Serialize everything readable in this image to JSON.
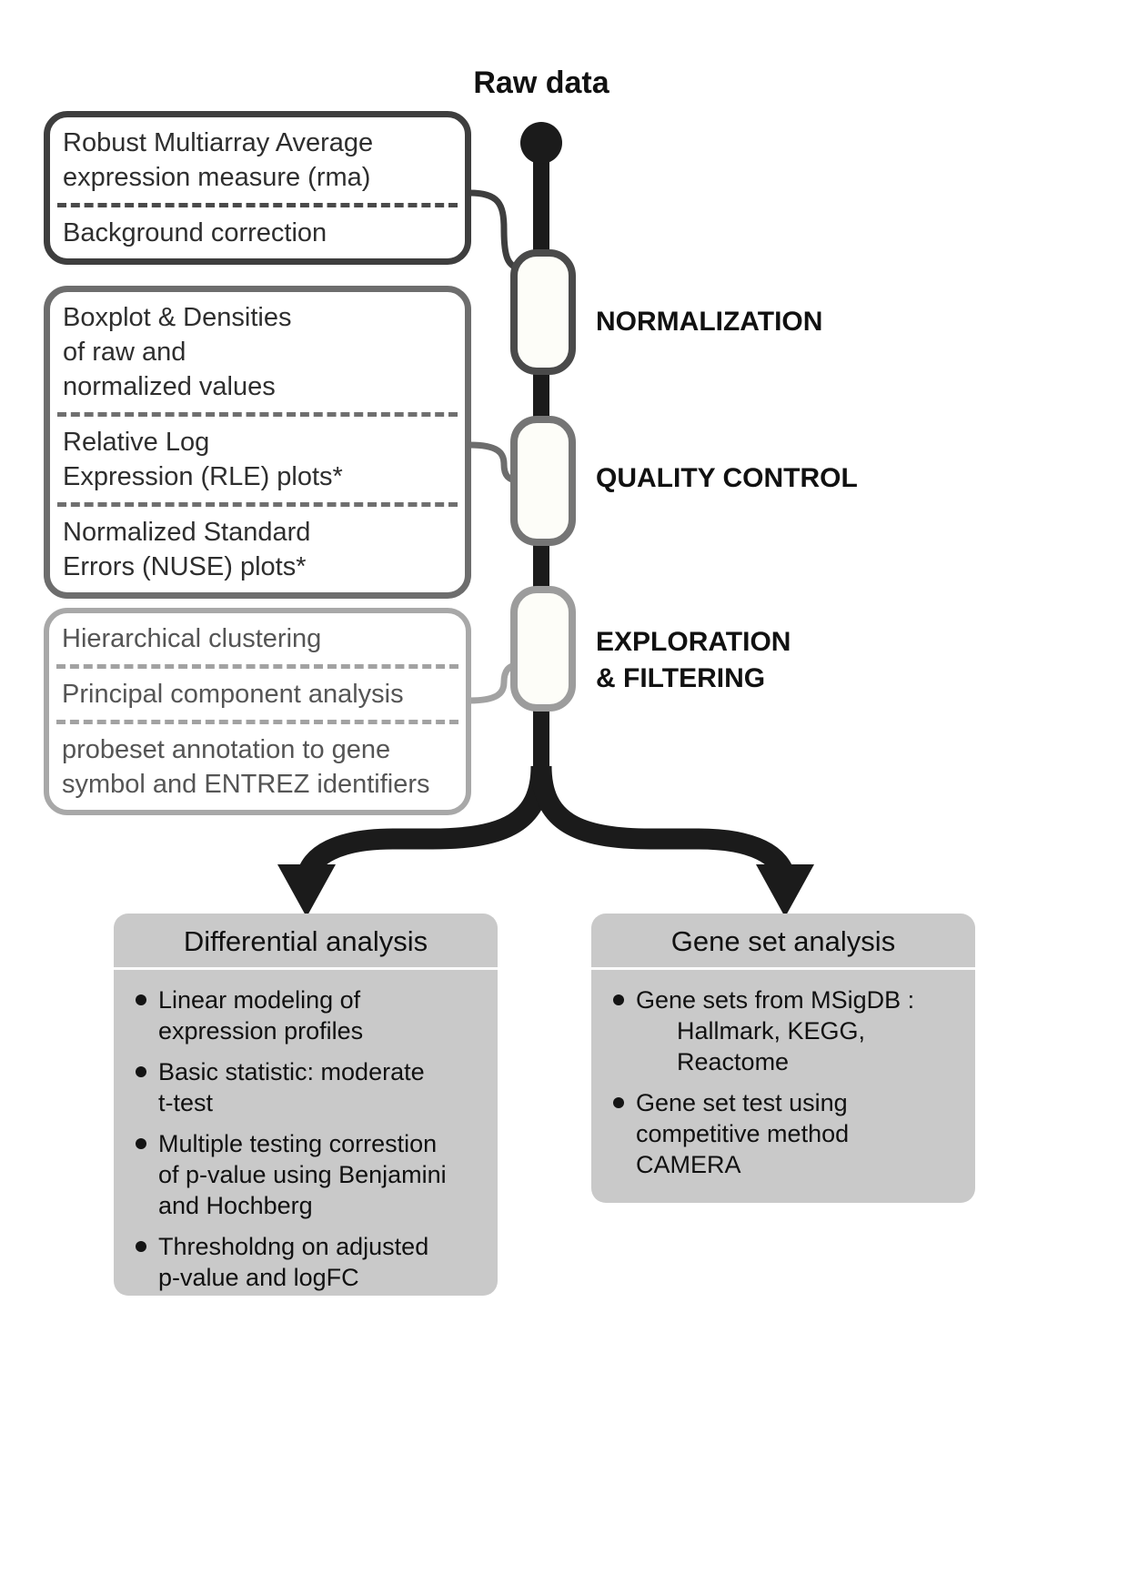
{
  "raw_data_label": "Raw data",
  "stages": {
    "normalization": "NORMALIZATION",
    "quality_control": "QUALITY CONTROL",
    "exploration": "EXPLORATION\n& FILTERING"
  },
  "boxes": {
    "normalization": {
      "items": [
        "Robust Multiarray Average\nexpression measure (rma)",
        "Background correction"
      ]
    },
    "quality_control": {
      "items": [
        "Boxplot & Densities\nof raw and\nnormalized values",
        "Relative Log\nExpression (RLE) plots*",
        "Normalized Standard\nErrors (NUSE) plots*"
      ]
    },
    "exploration": {
      "items": [
        "Hierarchical clustering",
        "Principal component analysis",
        "probeset annotation to gene\nsymbol and ENTREZ identifiers"
      ]
    }
  },
  "analysis": {
    "differential": {
      "title": "Differential analysis",
      "bullets": [
        "Linear modeling of\nexpression profiles",
        "Basic statistic: moderate\nt-test",
        "Multiple testing correstion\nof p-value using Benjamini\nand Hochberg",
        "Thresholdng on adjusted\np-value and logFC"
      ]
    },
    "gene_set": {
      "title": "Gene set analysis",
      "bullets": [
        "Gene sets from MSigDB :\n      Hallmark, KEGG,\n      Reactome",
        "Gene set test using\ncompetitive method\nCAMERA"
      ]
    }
  },
  "colors": {
    "trunk": "#1b1b1b",
    "node_fill": "#fdfdf8",
    "box1_border": "#3e3e3e",
    "box2_border": "#6d6d6d",
    "box3_border": "#a8a8a8",
    "analysis_box_bg": "#c9c9c9",
    "title_underline": "#fbfbfb"
  }
}
